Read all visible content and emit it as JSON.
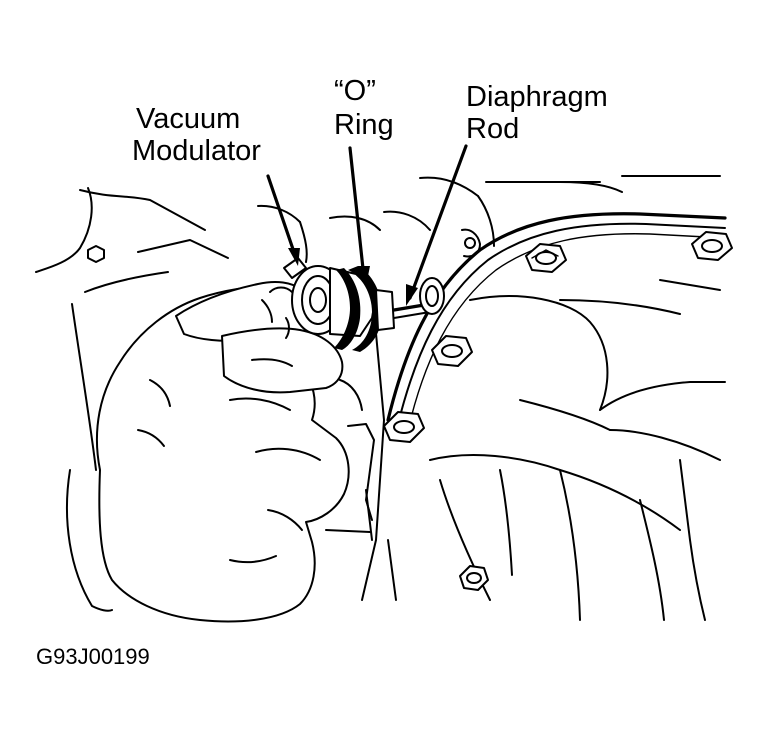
{
  "labels": {
    "vacuum_modulator_line1": "Vacuum",
    "vacuum_modulator_line2": "Modulator",
    "o_ring_line1": "“O”",
    "o_ring_line2": "Ring",
    "diaphragm_rod_line1": "Diaphragm",
    "diaphragm_rod_line2": "Rod"
  },
  "figure_id": "G93J00199"
}
